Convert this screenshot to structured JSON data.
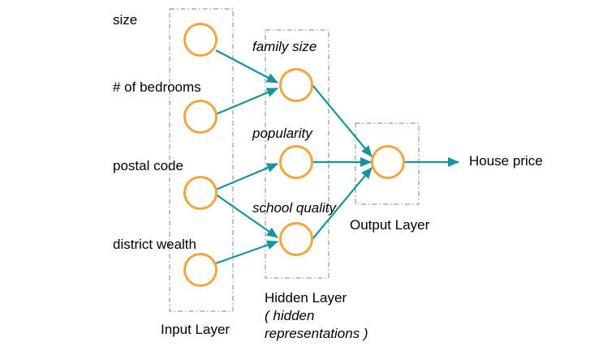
{
  "inputs": [
    {
      "label": "size"
    },
    {
      "label": "# of bedrooms"
    },
    {
      "label": "postal code"
    },
    {
      "label": "district wealth"
    }
  ],
  "hidden": [
    {
      "label": "family size"
    },
    {
      "label": "popularity"
    },
    {
      "label": "school quality"
    }
  ],
  "output": {
    "label": "House price"
  },
  "layers": {
    "input": "Input Layer",
    "hidden_line1": "Hidden Layer",
    "hidden_line2": "( hidden",
    "hidden_line3": "representations )",
    "output": "Output Layer"
  },
  "colors": {
    "node": "#F5A53F",
    "arrow": "#17939E",
    "box": "#808080"
  }
}
